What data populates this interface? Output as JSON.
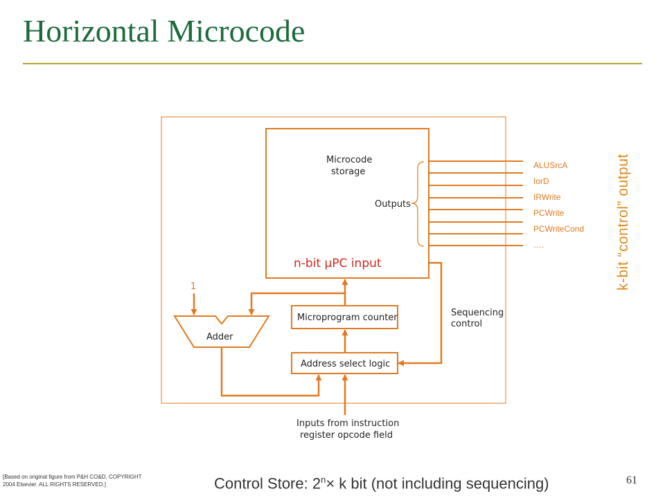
{
  "slide": {
    "title": "Horizontal Microcode",
    "page_number": "61",
    "credit_line1": "[Based on original figure from P&H CO&D, COPYRIGHT",
    "credit_line2": "2004 Elsevier. ALL RIGHTS RESERVED.]",
    "control_store": {
      "prefix": "Control Store: 2",
      "exponent": "n",
      "suffix": "× k bit  (not including sequencing)"
    },
    "k_bit_label": "k-bit “control” output"
  },
  "diagram": {
    "storage_label_line1": "Microcode",
    "storage_label_line2": "storage",
    "outputs_label": "Outputs",
    "npc_input_label": "n-bit μPC input",
    "constant_one": "1",
    "adder_label": "Adder",
    "microprogram_counter_label": "Microprogram counter",
    "address_select_label": "Address select logic",
    "sequencing_line1": "Sequencing",
    "sequencing_line2": "control",
    "inputs_line1": "Inputs from instruction",
    "inputs_line2": "register opcode field",
    "signals": [
      "ALUSrcA",
      "IorD",
      "IRWrite",
      "PCWrite",
      "PCWriteCond",
      "…."
    ]
  },
  "colors": {
    "title": "#1d6b3d",
    "rule": "#b5a232",
    "diagram_lines": "#e07a20",
    "k_bit_label": "#e08a20",
    "text": "#222222"
  }
}
